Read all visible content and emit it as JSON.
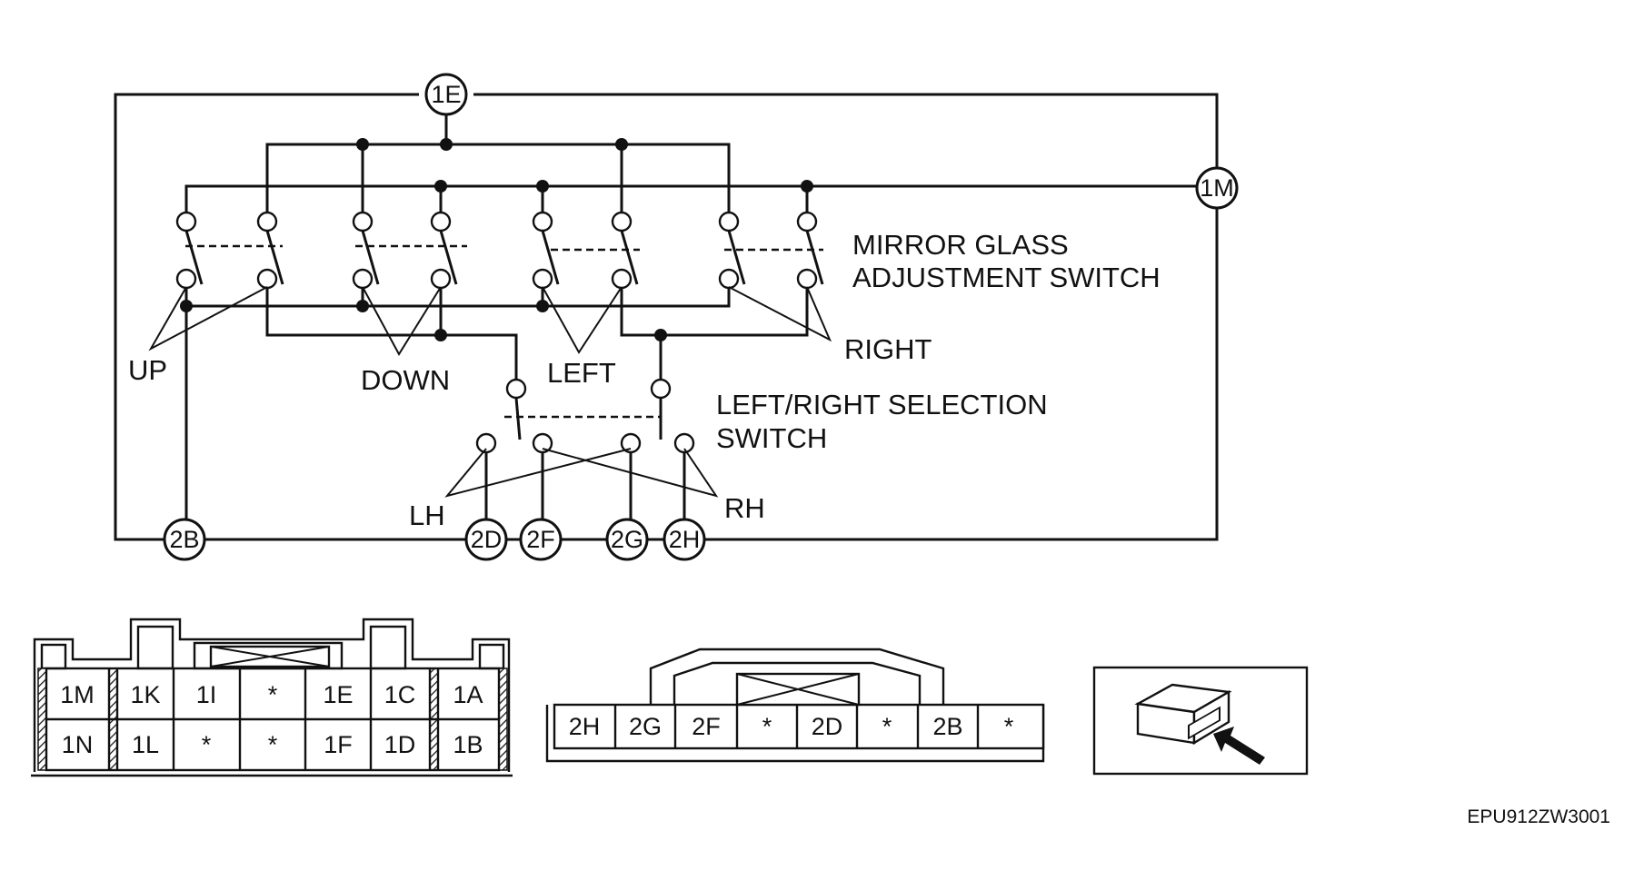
{
  "connectors": {
    "c1E": "1E",
    "c1M": "1M",
    "c2B": "2B",
    "c2D": "2D",
    "c2F": "2F",
    "c2G": "2G",
    "c2H": "2H"
  },
  "labels": {
    "mirror_switch_line1": "MIRROR GLASS",
    "mirror_switch_line2": "ADJUSTMENT SWITCH",
    "up": "UP",
    "down": "DOWN",
    "left": "LEFT",
    "right": "RIGHT",
    "selection_line1": "LEFT/RIGHT SELECTION",
    "selection_line2": "SWITCH",
    "lh": "LH",
    "rh": "RH"
  },
  "connector1_pins": {
    "top": [
      "1M",
      "1K",
      "1I",
      "*",
      "1E",
      "1C",
      "1A"
    ],
    "bottom": [
      "1N",
      "1L",
      "*",
      "*",
      "1F",
      "1D",
      "1B"
    ]
  },
  "connector2_pins": [
    "2H",
    "2G",
    "2F",
    "*",
    "2D",
    "*",
    "2B",
    "*"
  ],
  "figure_code": "EPU912ZW3001"
}
